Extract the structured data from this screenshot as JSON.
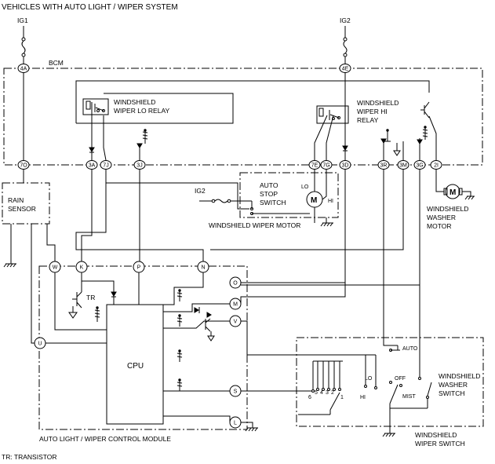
{
  "title": "VEHICLES WITH AUTO LIGHT / WIPER SYSTEM",
  "power": {
    "ig1": "IG1",
    "ig2": "IG2",
    "ig2_motor": "IG2"
  },
  "bcm": {
    "label": "BCM",
    "connectors": [
      "4A",
      "4E",
      "7O",
      "3A",
      "7J",
      "3J",
      "7E",
      "7G",
      "3D",
      "3R",
      "3M",
      "3G",
      "2I"
    ]
  },
  "relays": {
    "lo": "WINDSHIELD WIPER LO RELAY",
    "hi": "WINDSHIELD WIPER HI RELAY"
  },
  "wiper_motor": {
    "title": "WINDSHIELD WIPER MOTOR",
    "auto_stop": "AUTO STOP SWITCH",
    "lo": "LO",
    "hi": "HI",
    "motor": "M"
  },
  "washer_motor": {
    "label": "WINDSHIELD WASHER MOTOR",
    "motor": "M"
  },
  "rain_sensor": "RAIN SENSOR",
  "module": {
    "label": "AUTO LIGHT / WIPER CONTROL MODULE",
    "cpu": "CPU",
    "tr": "TR",
    "terminals": [
      "W",
      "K",
      "P",
      "N",
      "O",
      "M",
      "V",
      "U",
      "S",
      "L"
    ]
  },
  "wiper_switch": {
    "label": "WINDSHIELD WIPER SWITCH",
    "washer_label": "WINDSHIELD WASHER SWITCH",
    "positions": {
      "auto": "AUTO",
      "lo": "LO",
      "off": "OFF",
      "hi": "HI",
      "mist": "MIST"
    },
    "steps": [
      "6",
      "5",
      "4",
      "3",
      "2",
      "1"
    ]
  },
  "footnote": "TR: TRANSISTOR"
}
